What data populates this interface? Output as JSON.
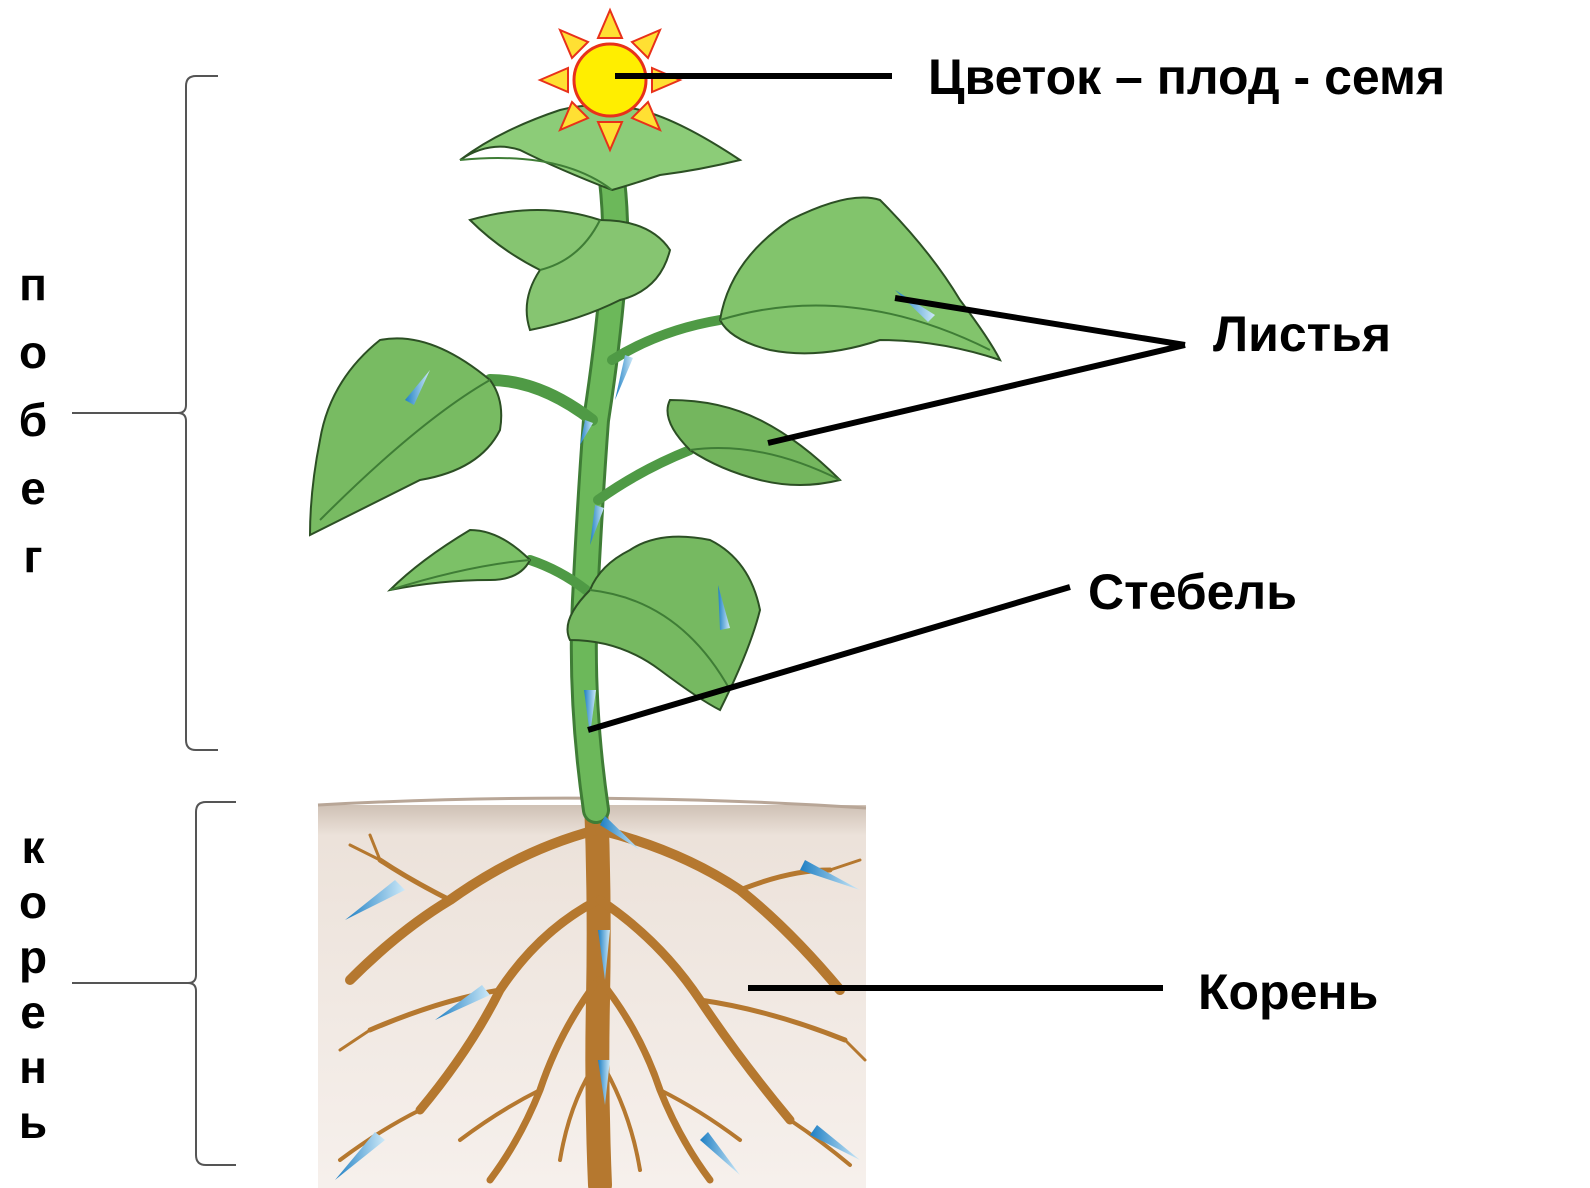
{
  "labels": {
    "flower": "Цветок – плод - семя",
    "leaves": "Листья",
    "stem": "Стебель",
    "root": "Корень"
  },
  "brackets": {
    "shoot_letters": [
      "п",
      "о",
      "б",
      "е",
      "г"
    ],
    "root_letters": [
      "к",
      "о",
      "р",
      "е",
      "н",
      "ь"
    ]
  },
  "colors": {
    "sun_fill": "#ffee00",
    "sun_rays": "#ffe033",
    "sun_outline": "#e8311a",
    "leaf": "#7cc36a",
    "leaf_dark": "#3a7d3a",
    "stem": "#5fa84e",
    "soil": "#efe6e0",
    "root": "#b5782f",
    "arrow": "#3a9fd8"
  }
}
